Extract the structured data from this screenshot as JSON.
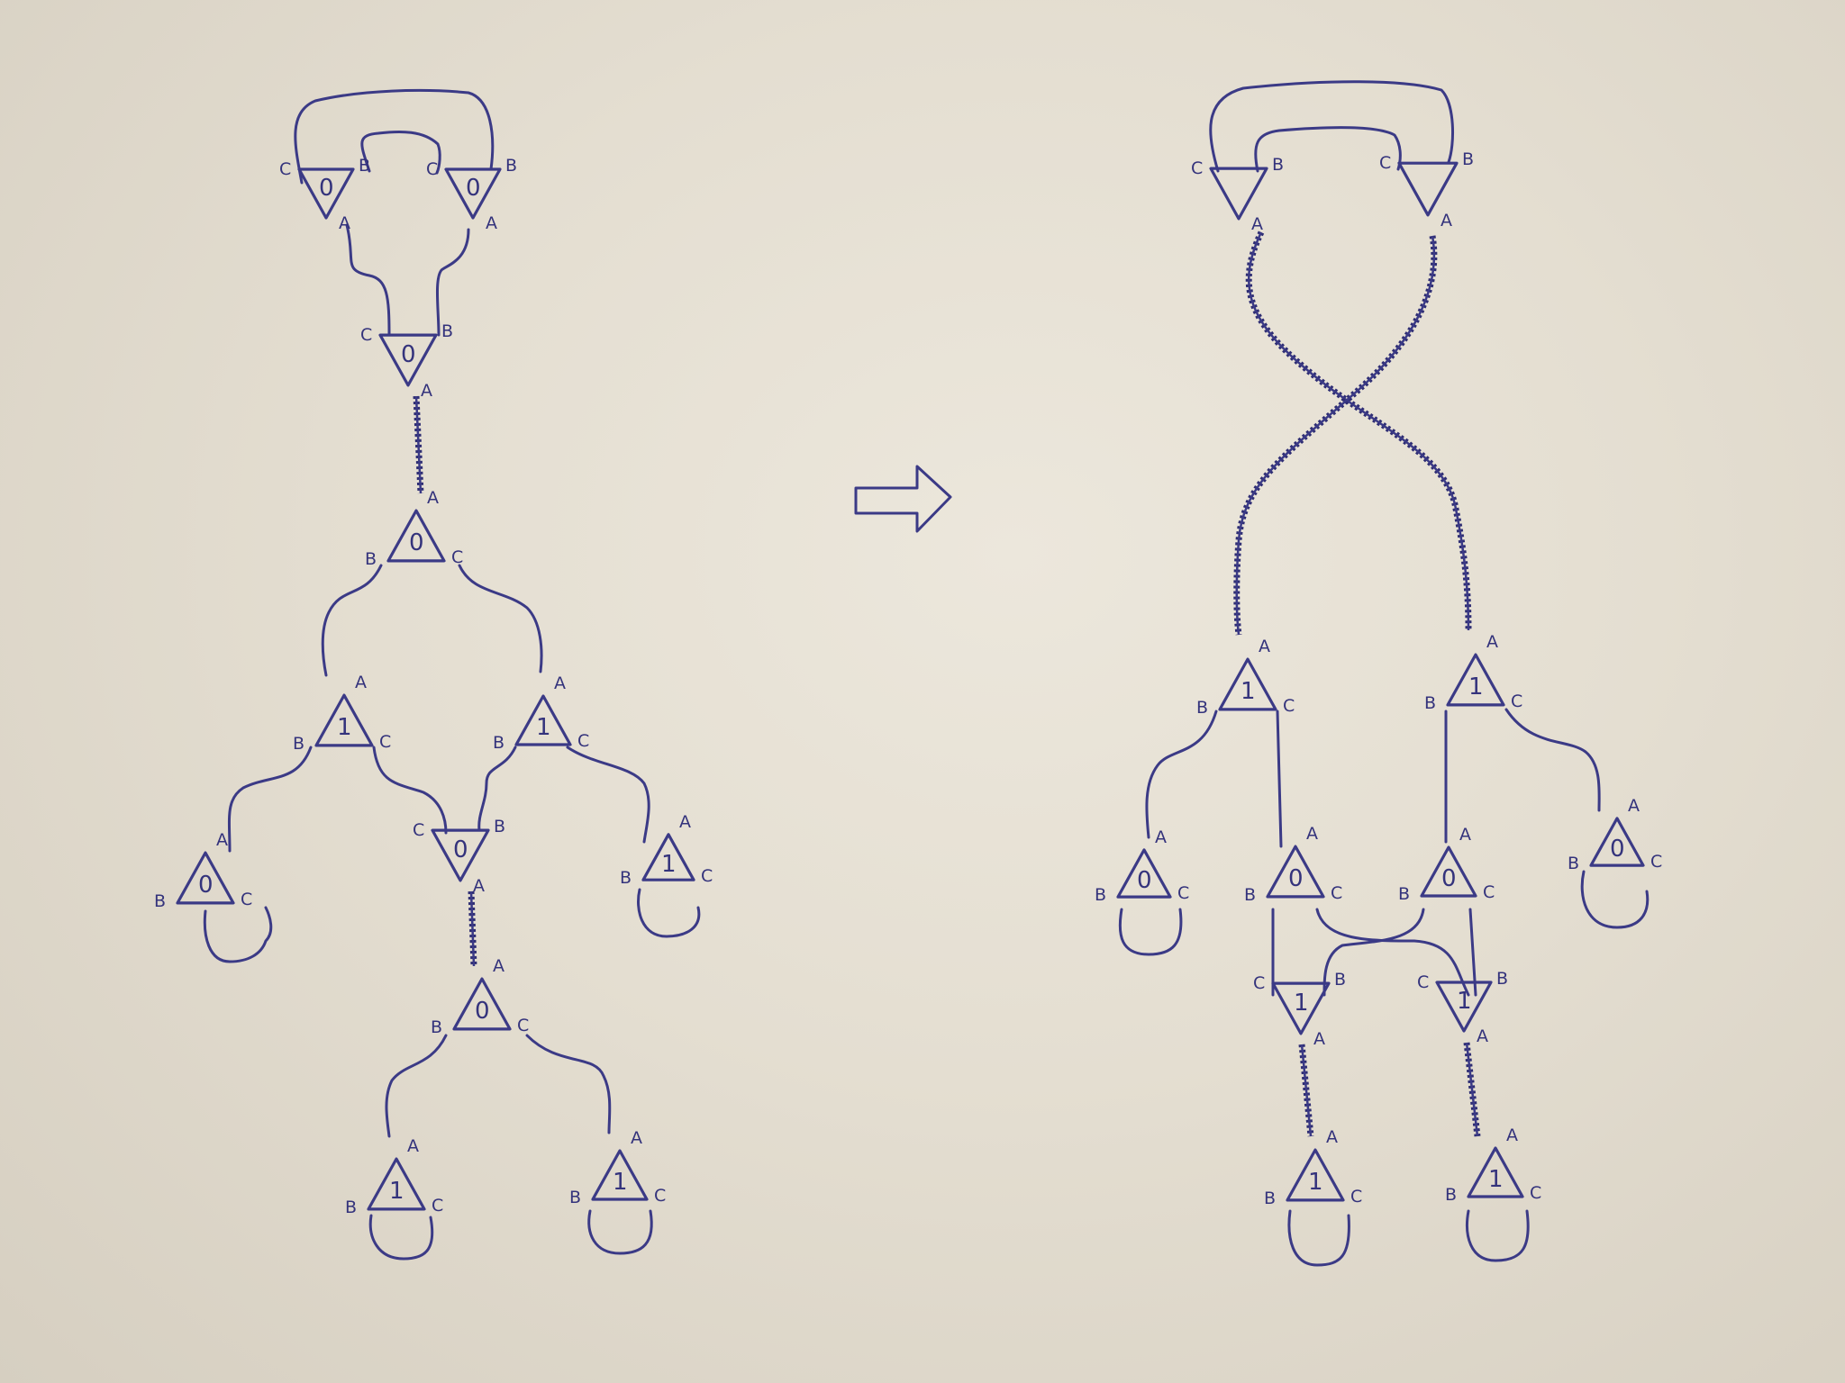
{
  "diagram": {
    "arrow_icon": "right-arrow",
    "left_net": {
      "agents": [
        {
          "symbol": "0"
        },
        {
          "symbol": "0"
        },
        {
          "symbol": "0"
        },
        {
          "symbol": "0"
        },
        {
          "symbol": "1"
        },
        {
          "symbol": "1"
        },
        {
          "symbol": "0"
        },
        {
          "symbol": "1"
        },
        {
          "symbol": "0"
        },
        {
          "symbol": "0"
        },
        {
          "symbol": "1"
        },
        {
          "symbol": "1"
        }
      ]
    },
    "right_net": {
      "agents": [
        {
          "symbol": ""
        },
        {
          "symbol": ""
        },
        {
          "symbol": "1"
        },
        {
          "symbol": "1"
        },
        {
          "symbol": "0"
        },
        {
          "symbol": "0"
        },
        {
          "symbol": "0"
        },
        {
          "symbol": "0"
        },
        {
          "symbol": "1"
        },
        {
          "symbol": "1"
        },
        {
          "symbol": "1"
        },
        {
          "symbol": "1"
        }
      ]
    },
    "port_labels": {
      "principal": "A",
      "left": "B",
      "right": "C"
    }
  }
}
